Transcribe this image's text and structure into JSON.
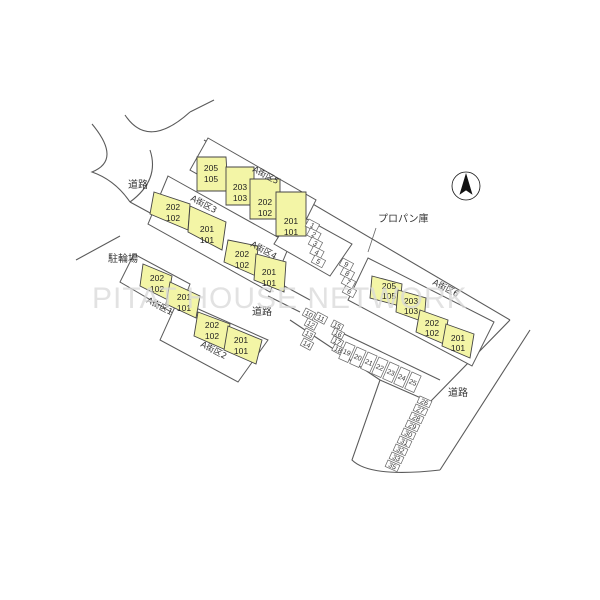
{
  "map": {
    "watermark": "PITAT HOUSE NETWORK",
    "roads": [
      {
        "id": "road-upper-left",
        "label": "道路"
      },
      {
        "id": "road-center",
        "label": "道路"
      },
      {
        "id": "road-lower-right",
        "label": "道路"
      }
    ],
    "bicycle_parking": "駐輪場",
    "propane_store": "プロパン庫",
    "compass": "N",
    "blocks": [
      {
        "id": "A1",
        "label": "A街区1",
        "units": [
          [
            "202",
            "102"
          ],
          [
            "201",
            "101"
          ]
        ]
      },
      {
        "id": "A2",
        "label": "A街区2",
        "units": [
          [
            "202",
            "102"
          ],
          [
            "201",
            "101"
          ]
        ]
      },
      {
        "id": "A3",
        "label": "A街区3",
        "units": [
          [
            "202",
            "102"
          ],
          [
            "201",
            "101"
          ]
        ]
      },
      {
        "id": "A4",
        "label": "A街区4",
        "units": [
          [
            "202",
            "102"
          ],
          [
            "201",
            "101"
          ]
        ]
      },
      {
        "id": "A5",
        "label": "A街区5",
        "units": [
          [
            "205",
            "105"
          ],
          [
            "203",
            "103"
          ],
          [
            "202",
            "102"
          ],
          [
            "201",
            "101"
          ]
        ]
      },
      {
        "id": "A6",
        "label": "A街区6",
        "units": [
          [
            "205",
            "105"
          ],
          [
            "203",
            "103"
          ],
          [
            "202",
            "102"
          ],
          [
            "201",
            "101"
          ]
        ]
      }
    ],
    "parking_spaces": [
      "1",
      "2",
      "3",
      "4",
      "5",
      "6",
      "7",
      "8",
      "9",
      "10",
      "11",
      "12",
      "13",
      "14",
      "15",
      "16",
      "17",
      "18",
      "19",
      "20",
      "21",
      "22",
      "23",
      "24",
      "25",
      "26",
      "27",
      "28",
      "29",
      "30",
      "31",
      "32",
      "33",
      "35"
    ],
    "colors": {
      "building_fill": "#f3f5a6",
      "line": "#5a5a5a"
    }
  }
}
